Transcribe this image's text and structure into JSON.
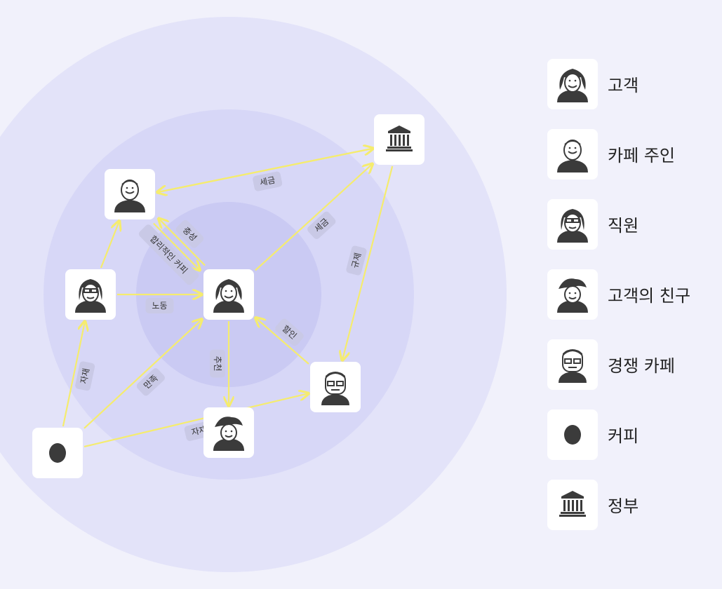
{
  "colors": {
    "background": "#f1f1fb",
    "ring_outer": "#e3e3f9",
    "ring_middle": "#d7d7f7",
    "ring_inner": "#cacaf3",
    "edge": "#f5ec6e",
    "label_bg": "#c9c9e6",
    "icon": "#3b3b3b"
  },
  "nodes": [
    {
      "id": "owner",
      "icon": "cafe-owner-icon"
    },
    {
      "id": "gov",
      "icon": "government-icon"
    },
    {
      "id": "staff",
      "icon": "staff-icon"
    },
    {
      "id": "customer",
      "icon": "customer-icon"
    },
    {
      "id": "competitor",
      "icon": "competitor-icon"
    },
    {
      "id": "coffee",
      "icon": "coffee-icon"
    },
    {
      "id": "friend",
      "icon": "friend-icon"
    }
  ],
  "edges": [
    {
      "from": "gov",
      "to": "owner",
      "label": "규제"
    },
    {
      "from": "owner",
      "to": "gov",
      "label": "세금"
    },
    {
      "from": "gov",
      "to": "competitor",
      "label": "규제"
    },
    {
      "from": "owner",
      "to": "customer",
      "label": "합리적인 커피"
    },
    {
      "from": "customer",
      "to": "owner",
      "label": "충성"
    },
    {
      "from": "customer",
      "to": "gov",
      "label": "세금"
    },
    {
      "from": "staff",
      "to": "customer",
      "label": "노동"
    },
    {
      "from": "staff",
      "to": "owner",
      "label": ""
    },
    {
      "from": "customer",
      "to": "friend",
      "label": "추천"
    },
    {
      "from": "competitor",
      "to": "customer",
      "label": "할인"
    },
    {
      "from": "coffee",
      "to": "staff",
      "label": "자재"
    },
    {
      "from": "coffee",
      "to": "customer",
      "label": "만족"
    },
    {
      "from": "coffee",
      "to": "competitor",
      "label": "자재"
    }
  ],
  "legend": [
    {
      "icon": "customer-icon",
      "label": "고객"
    },
    {
      "icon": "cafe-owner-icon",
      "label": "카페 주인"
    },
    {
      "icon": "staff-icon",
      "label": "직원"
    },
    {
      "icon": "friend-icon",
      "label": "고객의 친구"
    },
    {
      "icon": "competitor-icon",
      "label": "경쟁 카페"
    },
    {
      "icon": "coffee-icon",
      "label": "커피"
    },
    {
      "icon": "government-icon",
      "label": "정부"
    }
  ]
}
